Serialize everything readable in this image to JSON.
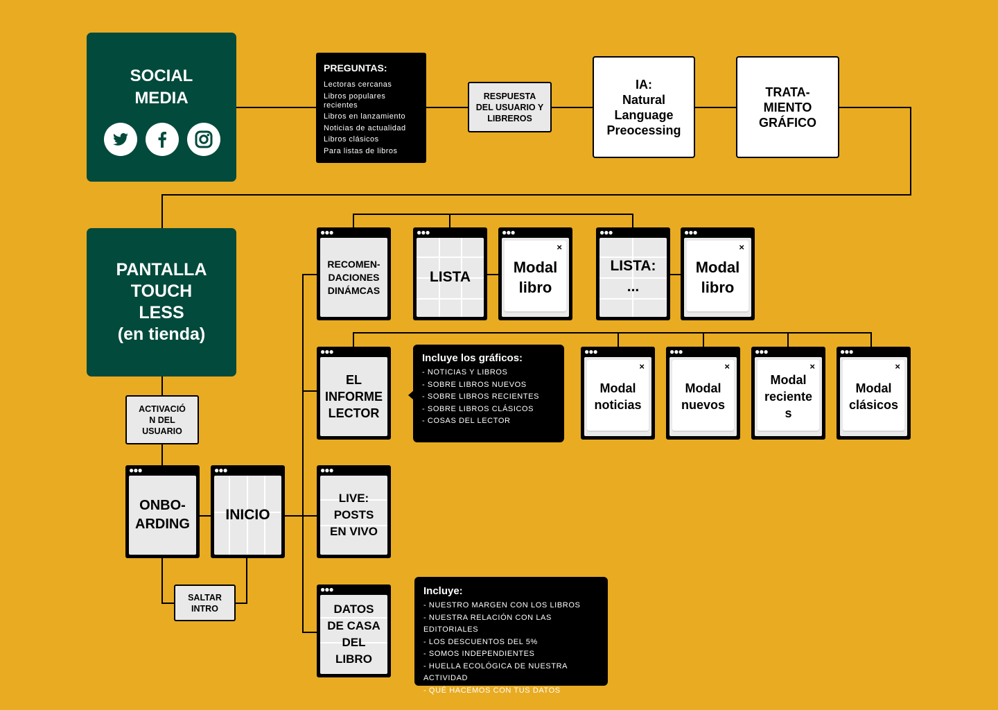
{
  "colors": {
    "background": "#E8AB22",
    "green": "#014A3C",
    "black": "#000000",
    "panel": "#E9E9E9"
  },
  "social_media": {
    "title": "SOCIAL\nMEDIA",
    "icons": [
      "twitter-icon",
      "facebook-icon",
      "instagram-icon"
    ]
  },
  "preguntas": {
    "title": "PREGUNTAS:",
    "items": [
      "Lectoras cercanas",
      "Libros populares recientes",
      "Libros en lanzamiento",
      "Noticias de actualidad",
      "Libros clásicos",
      "Para listas de libros"
    ]
  },
  "respuesta": "RESPUESTA\nDEL USUARIO Y\nLIBREROS",
  "ia": "IA:\nNatural\nLanguage\nPreocessing",
  "tratamiento": "TRATA-\nMIENTO\nGRÁFICO",
  "pantalla": "PANTALLA\nTOUCH\nLESS\n(en tienda)",
  "activacion": "ACTIVACIÓ\nN DEL\nUSUARIO",
  "saltar": "SALTAR\nINTRO",
  "screens": {
    "onboarding": "ONBO-\nARDING",
    "inicio": "INICIO",
    "recomendaciones": "RECOMEN-\nDACIONES\nDINÁMCAS",
    "lista": "LISTA",
    "modal_libro_1": "Modal\nlibro",
    "lista_2": "LISTA:\n...",
    "modal_libro_2": "Modal\nlibro",
    "informe": "EL\nINFORME\nLECTOR",
    "modal_noticias": "Modal\nnoticias",
    "modal_nuevos": "Modal\nnuevos",
    "modal_recientes": "Modal\nreciente\ns",
    "modal_clasicos": "Modal\nclásicos",
    "live": "LIVE:\nPOSTS\nEN VIVO",
    "datos": "DATOS\nDE CASA\nDEL\nLIBRO"
  },
  "close_glyph": "×",
  "graficos_note": {
    "title": "Incluye los gráficos:",
    "items": [
      "- NOTICIAS Y LIBROS",
      "- SOBRE LIBROS NUEVOS",
      "- SOBRE LIBROS RECIENTES",
      "- SOBRE LIBROS CLÁSICOS",
      "- COSAS DEL LECTOR"
    ]
  },
  "datos_note": {
    "title": "Incluye:",
    "items": [
      "- NUESTRO MARGEN CON LOS LIBROS",
      "- NUESTRA RELACIÓN CON LAS EDITORIALES",
      "- LOS DESCUENTOS DEL 5%",
      "- SOMOS INDEPENDIENTES",
      "- HUELLA ECOLÓGICA DE NUESTRA ACTIVIDAD",
      "- QUÉ HACEMOS CON TUS DATOS"
    ]
  }
}
